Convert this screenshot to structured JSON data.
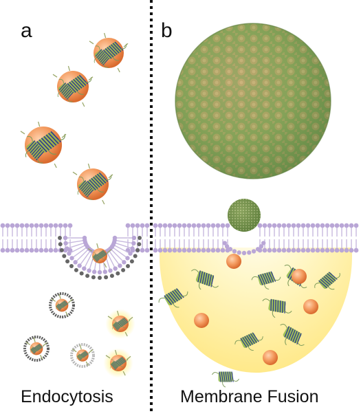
{
  "panels": {
    "a": {
      "label": "a",
      "caption": "Endocytosis"
    },
    "b": {
      "label": "b",
      "caption": "Membrane Fusion"
    }
  },
  "colors": {
    "lipid_head": "#b9a6d6",
    "lipid_tail": "#c7b9de",
    "coat_head": "#666666",
    "core_orange": "#f39a5e",
    "protein_green": "#8fb84a",
    "protein_blue": "#2f3d8c",
    "vesicle_green": "#7f9e58",
    "cytosol_glow": "#fff2a8",
    "divider": "#111111"
  },
  "icons": [
    "nanoparticle-icon",
    "gfp-protein-icon",
    "lipid-vesicle-icon",
    "endosome-icon"
  ]
}
